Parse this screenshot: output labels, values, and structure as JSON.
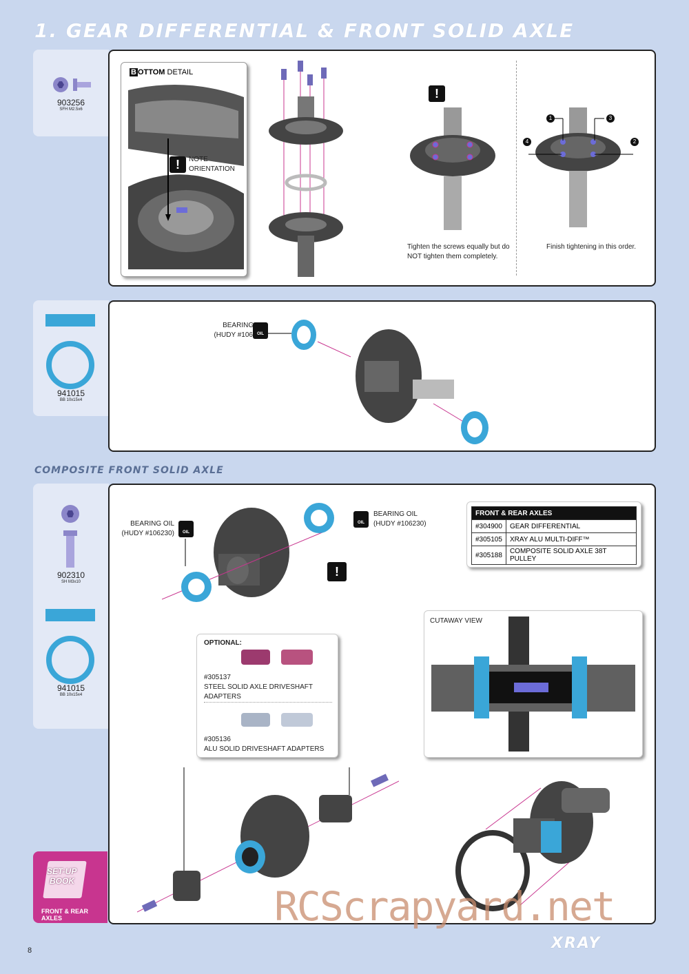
{
  "page_title": "1. GEAR DIFFERENTIAL & FRONT SOLID AXLE",
  "section_subtitle": "COMPOSITE FRONT SOLID AXLE",
  "parts": {
    "p1": {
      "number": "903256",
      "desc": "SFH M2.5x6"
    },
    "p2": {
      "number": "941015",
      "desc": "BB 10x15x4"
    },
    "p3": {
      "number": "902310",
      "desc": "SH M3x10"
    },
    "p4": {
      "number": "941015",
      "desc": "BB 10x15x4"
    }
  },
  "step1": {
    "bottom_detail_prefix": "B",
    "bottom_detail_word": "OTTOM",
    "detail_suffix": "DETAIL",
    "note_line1": "NOTE",
    "note_line2": "ORIENTATION",
    "caption_tighten_1": "Tighten the screws equally but do",
    "caption_tighten_2": "NOT tighten them completely.",
    "caption_finish": "Finish tightening in this order.",
    "order_numbers": [
      "1",
      "3",
      "4",
      "2"
    ]
  },
  "step2": {
    "oil_label_1": "BEARING OIL",
    "oil_label_2": "(HUDY #106230)",
    "oil_icon_text": "OIL"
  },
  "step3": {
    "oil_left_1": "BEARING OIL",
    "oil_left_2": "(HUDY #106230)",
    "oil_right_1": "BEARING OIL",
    "oil_right_2": "(HUDY #106230)",
    "oil_icon_text": "OIL",
    "table_header": "FRONT & REAR AXLES",
    "table_rows": [
      {
        "code": "#304900",
        "name": "GEAR DIFFERENTIAL"
      },
      {
        "code": "#305105",
        "name": "XRAY ALU MULTI-DIFF™"
      },
      {
        "code": "#305188",
        "name": "COMPOSITE SOLID AXLE 38T PULLEY"
      }
    ],
    "optional_title": "OPTIONAL:",
    "opt1_code": "#305137",
    "opt1_name": "STEEL SOLID AXLE DRIVESHAFT ADAPTERS",
    "opt2_code": "#305136",
    "opt2_name": "ALU SOLID DRIVESHAFT ADAPTERS",
    "cutaway_label": "CUTAWAY VIEW"
  },
  "setup_book": {
    "line1": "SET-UP",
    "line2": "BOOK",
    "caption": "FRONT & REAR AXLES"
  },
  "watermark": "RCScrapyard.net",
  "page_number": "8",
  "brand": "XRAY",
  "colors": {
    "bearing": "#3aa6d8",
    "accent": "#c8358f",
    "screw": "#8b86c9",
    "background": "#c9d7ee"
  }
}
